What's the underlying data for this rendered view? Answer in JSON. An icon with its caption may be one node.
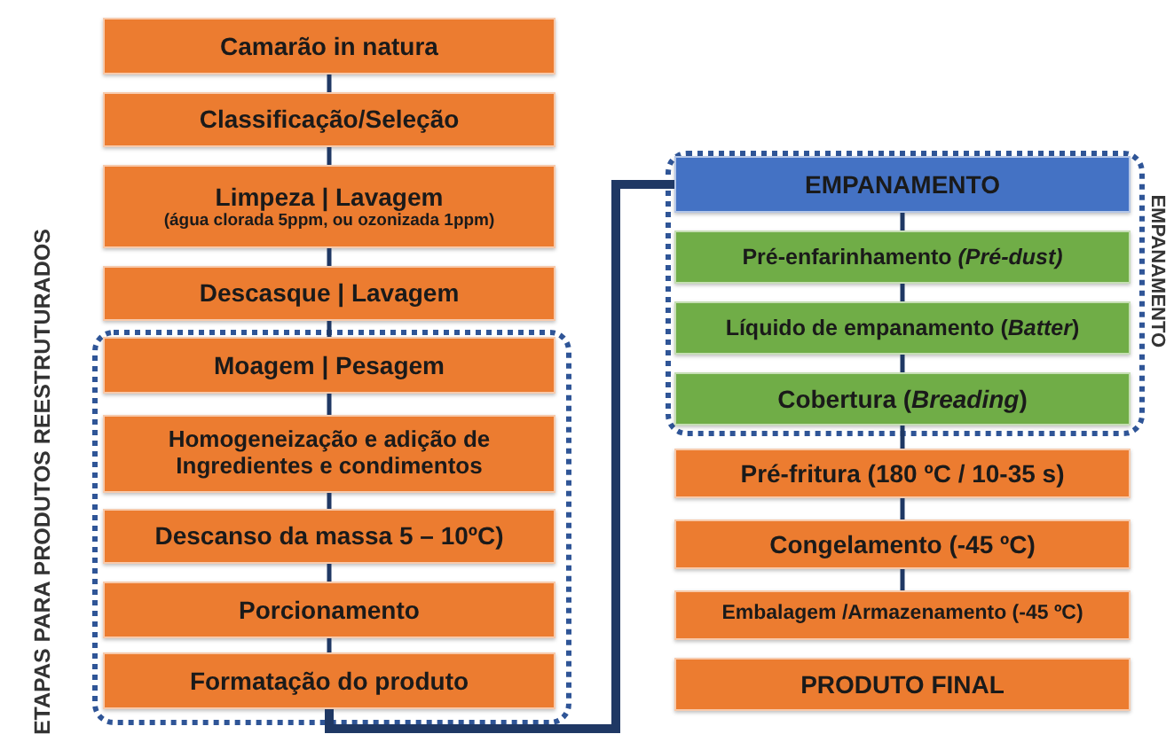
{
  "diagram": {
    "nodes": [
      {
        "text": [
          "Camarão in natura"
        ]
      },
      {
        "text": [
          "Classificação/Seleção"
        ]
      },
      {
        "text": [
          "Limpeza | Lavagem",
          "(água clorada 5ppm, ou ozonizada 1ppm)"
        ]
      },
      {
        "text": [
          "Descasque | Lavagem"
        ]
      },
      {
        "text": [
          "ETAPAS PARA PRODUTOS REESTRUTURADOS"
        ]
      },
      {
        "text": [
          "Moagem | Pesagem"
        ],
        "in": 4
      },
      {
        "text": [
          "Homogeneização e adição de Ingredientes e condimentos"
        ],
        "in": 4
      },
      {
        "text": [
          "Descanso da massa 5 – 10ºC)"
        ],
        "in": 4
      },
      {
        "text": [
          "Porcionamento"
        ],
        "in": 4
      },
      {
        "text": [
          "Formatação do produto"
        ],
        "in": 4
      },
      {
        "text": [
          "EMPANAMENTO"
        ]
      },
      {
        "text": [
          "EMPANAMENTO"
        ],
        "in": 10
      },
      {
        "text": [
          "Pré-enfarinhamento *(Pré-dust)*"
        ],
        "in": 10
      },
      {
        "text": [
          "Líquido de empanamento (*Batter*)"
        ],
        "in": 10
      },
      {
        "text": [
          "Cobertura (*Breading*)"
        ],
        "in": 10
      },
      {
        "text": [
          "Pré-fritura (180 ºC / 10-35 s)"
        ]
      },
      {
        "text": [
          "Congelamento (-45 ºC)"
        ]
      },
      {
        "text": [
          "Embalagem /Armazenamento (-45 ºC)"
        ]
      },
      {
        "text": [
          "PRODUTO FINAL"
        ]
      }
    ],
    "edges": [
      {
        "from": 0,
        "to": 1,
        "arrow": "none"
      },
      {
        "from": 1,
        "to": 2,
        "arrow": "none"
      },
      {
        "from": 2,
        "to": 3,
        "arrow": "none"
      },
      {
        "from": 3,
        "to": 5,
        "arrow": "none"
      },
      {
        "from": 5,
        "to": 6,
        "arrow": "none"
      },
      {
        "from": 6,
        "to": 7,
        "arrow": "none"
      },
      {
        "from": 7,
        "to": 8,
        "arrow": "none"
      },
      {
        "from": 8,
        "to": 9,
        "arrow": "none"
      },
      {
        "from": 9,
        "to": 11,
        "arrow": "none",
        "style": "thick"
      },
      {
        "from": 11,
        "to": 12,
        "arrow": "none"
      },
      {
        "from": 12,
        "to": 13,
        "arrow": "none"
      },
      {
        "from": 13,
        "to": 14,
        "arrow": "none"
      },
      {
        "from": 14,
        "to": 15,
        "arrow": "none"
      },
      {
        "from": 15,
        "to": 16,
        "arrow": "none"
      },
      {
        "from": 16,
        "to": 17,
        "arrow": "none"
      }
    ]
  }
}
